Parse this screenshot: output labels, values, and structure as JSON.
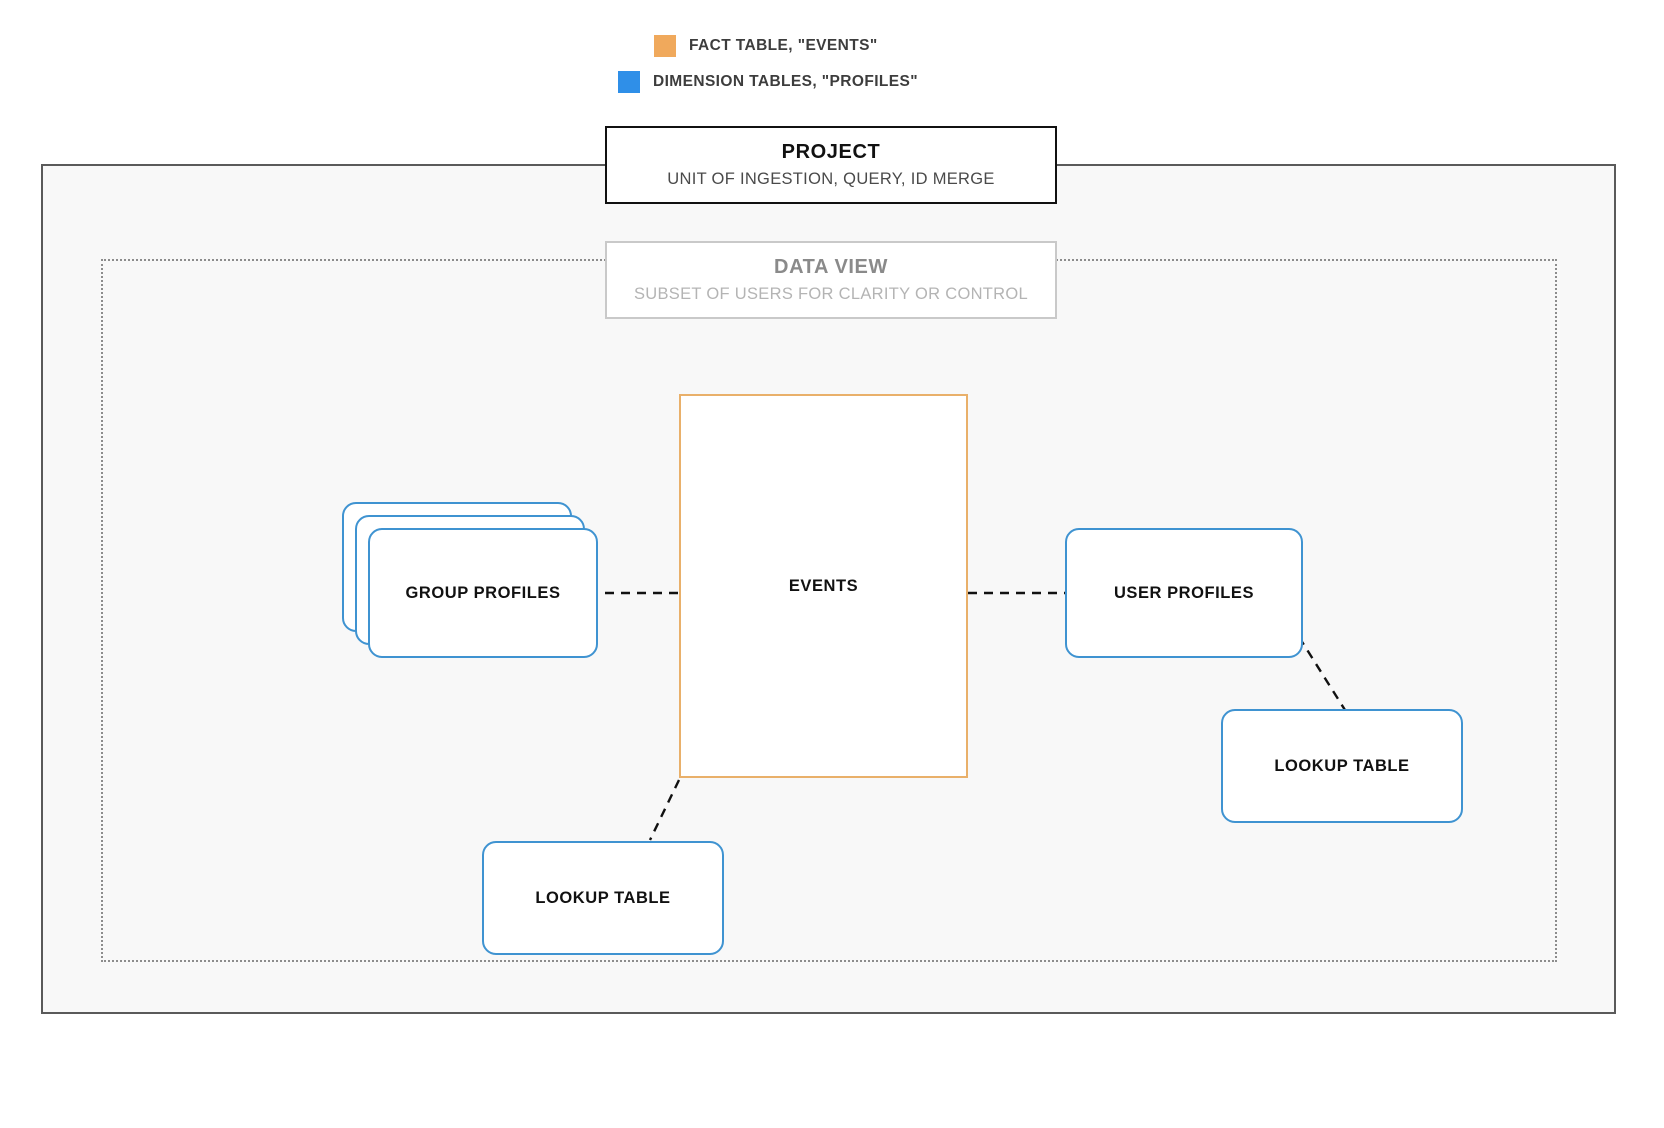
{
  "legend": {
    "items": [
      {
        "icon": "orange-square-swatch",
        "color": "#f0a95c",
        "label": "FACT TABLE, \"EVENTS\""
      },
      {
        "icon": "blue-square-swatch",
        "color": "#2f8fe8",
        "label": "DIMENSION TABLES, \"PROFILES\""
      }
    ]
  },
  "project": {
    "title": "PROJECT",
    "subtitle": "UNIT OF INGESTION, QUERY, ID MERGE",
    "border_color": "#111111",
    "fill_color": "#f8f8f8"
  },
  "data_view": {
    "title": "DATA VIEW",
    "subtitle": "SUBSET OF USERS FOR CLARITY OR CONTROL",
    "border_color": "#c9c9c9"
  },
  "nodes": {
    "events": {
      "label": "EVENTS",
      "type": "fact-table",
      "color": "#e9b06a"
    },
    "group_profiles": {
      "label": "GROUP PROFILES",
      "type": "dimension-table-stack",
      "color": "#3f93d1",
      "stack_count": 3
    },
    "user_profiles": {
      "label": "USER PROFILES",
      "type": "dimension-table",
      "color": "#3f93d1"
    },
    "lookup_table_left": {
      "label": "LOOKUP TABLE",
      "type": "dimension-table",
      "color": "#3f93d1"
    },
    "lookup_table_right": {
      "label": "LOOKUP TABLE",
      "type": "dimension-table",
      "color": "#3f93d1"
    }
  },
  "edges": [
    {
      "name": "group-profiles-to-events",
      "from": "group_profiles",
      "to": "events",
      "style": "dashed"
    },
    {
      "name": "events-to-user-profiles",
      "from": "events",
      "to": "user_profiles",
      "style": "dashed"
    },
    {
      "name": "user-profiles-to-lookup-right",
      "from": "user_profiles",
      "to": "lookup_table_right",
      "style": "dashed"
    },
    {
      "name": "events-to-lookup-left",
      "from": "events",
      "to": "lookup_table_left",
      "style": "dashed"
    }
  ]
}
